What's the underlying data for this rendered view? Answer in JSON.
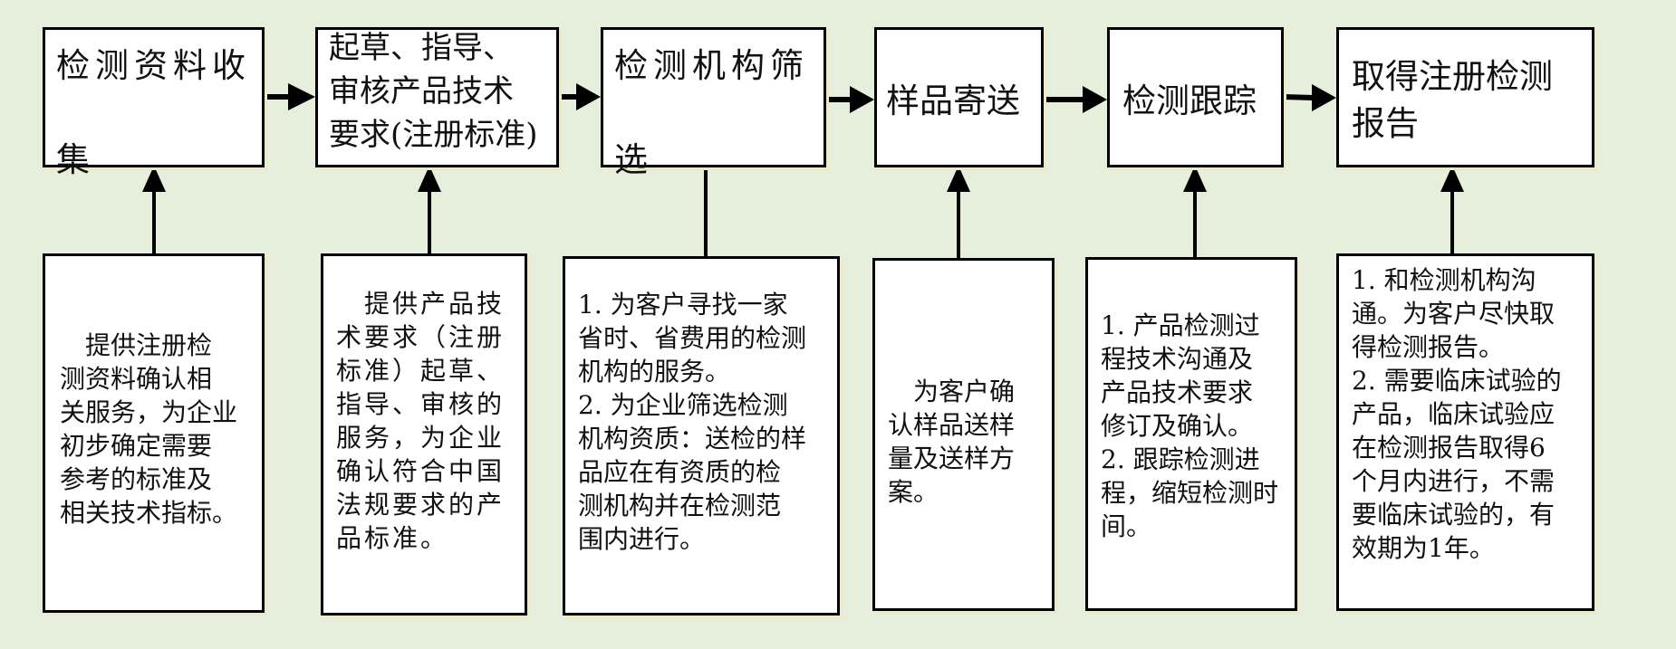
{
  "diagram": {
    "steps": [
      {
        "label": "检测资料收\n\n集"
      },
      {
        "label": "起草、指导、\n审核产品技术\n要求(注册标准)"
      },
      {
        "label": "检测机构筛\n\n选"
      },
      {
        "label": "样品寄送"
      },
      {
        "label": "检测跟踪"
      },
      {
        "label": "取得注册检测\n报告"
      }
    ],
    "descriptions": [
      {
        "text": "　提供注册检\n测资料确认相\n关服务，为企业\n初步确定需要\n参考的标准及\n相关技术指标。"
      },
      {
        "text": "　提供产品技\n术要求（注册\n标准）起草、\n指导、审核的\n服务，为企业\n确认符合中国\n法规要求的产\n品标准。"
      },
      {
        "text": "1. 为客户寻找一家\n省时、省费用的检测\n机构的服务。\n2. 为企业筛选检测\n机构资质：送检的样\n品应在有资质的检\n测机构并在检测范\n围内进行。"
      },
      {
        "text": "　为客户确\n认样品送样\n量及送样方\n案。"
      },
      {
        "text": "1. 产品检测过\n程技术沟通及\n产品技术要求\n修订及确认。\n2. 跟踪检测进\n程，缩短检测时\n间。"
      },
      {
        "text": "1. 和检测机构沟\n通。为客户尽快取\n得检测报告。\n2. 需要临床试验的\n产品，临床试验应\n在检测报告取得6\n个月内进行，不需\n要临床试验的，有\n效期为1年。"
      }
    ]
  },
  "colors": {
    "background": "#e6efdc",
    "box_fill": "#ffffff",
    "stroke": "#000000"
  }
}
